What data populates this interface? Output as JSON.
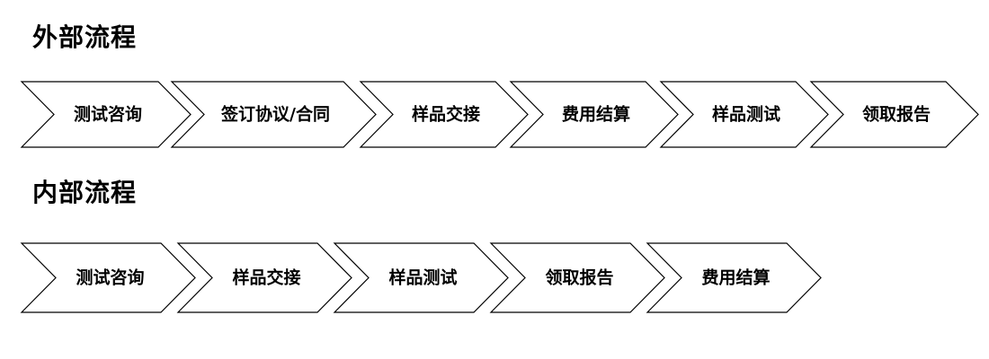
{
  "external": {
    "title": "外部流程",
    "steps": [
      "测试咨询",
      "签订协议/合同",
      "样品交接",
      "费用结算",
      "样品测试",
      "领取报告"
    ]
  },
  "internal": {
    "title": "内部流程",
    "steps": [
      "测试咨询",
      "样品交接",
      "样品测试",
      "领取报告",
      "费用结算"
    ]
  },
  "colors": {
    "stroke": "#000000",
    "fill": "#ffffff",
    "text": "#000000"
  }
}
